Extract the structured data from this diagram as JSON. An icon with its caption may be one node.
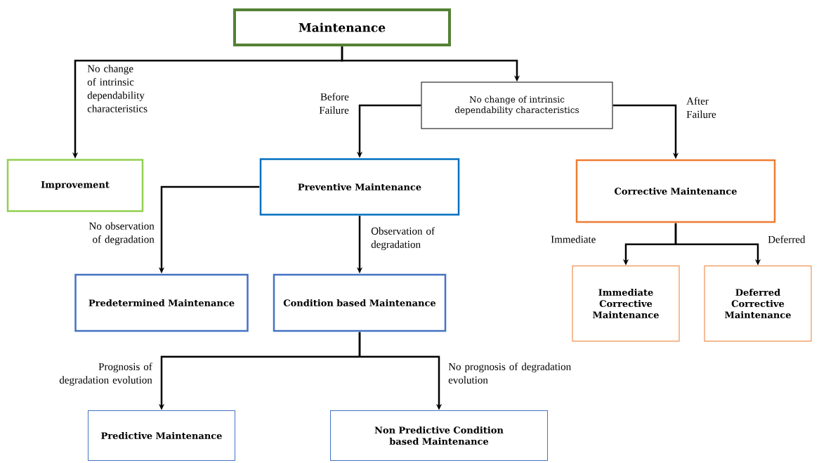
{
  "diagram": {
    "nodes": [
      {
        "text": [
          "Maintenance"
        ]
      },
      {
        "text": [
          "No change of intrinsic dependability characteristics"
        ]
      },
      {
        "text": [
          "Improvement"
        ]
      },
      {
        "text": [
          "Preventive Maintenance"
        ]
      },
      {
        "text": [
          "Corrective Maintenance"
        ]
      },
      {
        "text": [
          "Predetermined Maintenance"
        ]
      },
      {
        "text": [
          "Condition based Maintenance"
        ]
      },
      {
        "text": [
          "Immediate Corrective Maintenance"
        ]
      },
      {
        "text": [
          "Deferred Corrective Maintenance"
        ]
      },
      {
        "text": [
          "Predictive Maintenance"
        ]
      },
      {
        "text": [
          "Non Predictive Condition based Maintenance"
        ]
      }
    ],
    "edges": [
      {
        "from": 0,
        "to": 2,
        "arrow": "to",
        "label": "No change of intrinsic dependability characteristics"
      },
      {
        "from": 0,
        "to": 1,
        "arrow": "to"
      },
      {
        "from": 1,
        "to": 3,
        "arrow": "to",
        "label": "Before Failure"
      },
      {
        "from": 1,
        "to": 4,
        "arrow": "to",
        "label": "After Failure"
      },
      {
        "from": 3,
        "to": 5,
        "arrow": "to",
        "label": "No observation of degradation"
      },
      {
        "from": 3,
        "to": 6,
        "arrow": "to",
        "label": "Observation of degradation"
      },
      {
        "from": 4,
        "to": 7,
        "arrow": "to",
        "label": "Immediate"
      },
      {
        "from": 4,
        "to": 8,
        "arrow": "to",
        "label": "Deferred"
      },
      {
        "from": 6,
        "to": 9,
        "arrow": "to",
        "label": "Prognosis of degradation evolution"
      },
      {
        "from": 6,
        "to": 10,
        "arrow": "to",
        "label": "No prognosis of degradation evolution"
      }
    ]
  }
}
